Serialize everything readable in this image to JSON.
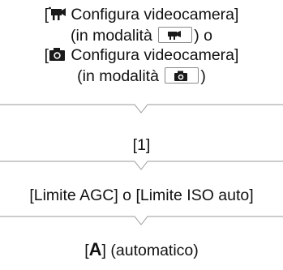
{
  "step1": {
    "line1_bracket_open": "[",
    "line1_text": " Configura videocamera]",
    "line2_pre": "(in modalità ",
    "line2_post": ") o",
    "line3_bracket_open": "[",
    "line3_text": " Configura videocamera]",
    "line4_pre": "(in modalità ",
    "line4_post": ")"
  },
  "step2": {
    "text": "[1]"
  },
  "step3": {
    "text": "[Limite AGC] o [Limite ISO auto]"
  },
  "step4": {
    "pre": "[",
    "letter": "A",
    "post": "] (automatico)"
  },
  "icons": [
    "movie-camera-icon",
    "photo-camera-icon"
  ],
  "colors": {
    "text": "#111111",
    "divider": "#9a9a9a"
  }
}
